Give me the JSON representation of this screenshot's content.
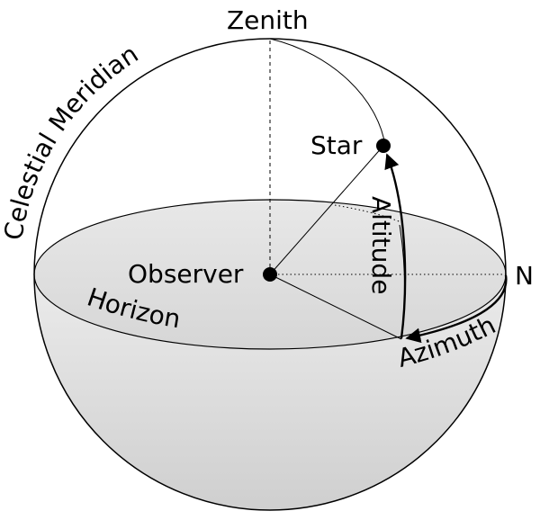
{
  "labels": {
    "zenith": "Zenith",
    "celestial_meridian": "Celestial Meridian",
    "star": "Star",
    "observer": "Observer",
    "horizon": "Horizon",
    "altitude": "Altitude",
    "azimuth": "Azimuth",
    "north": "N"
  },
  "colors": {
    "stroke": "#000000",
    "shade_light": "#f4f4f4",
    "shade_dark": "#cfcfcf",
    "background": "#ffffff"
  }
}
